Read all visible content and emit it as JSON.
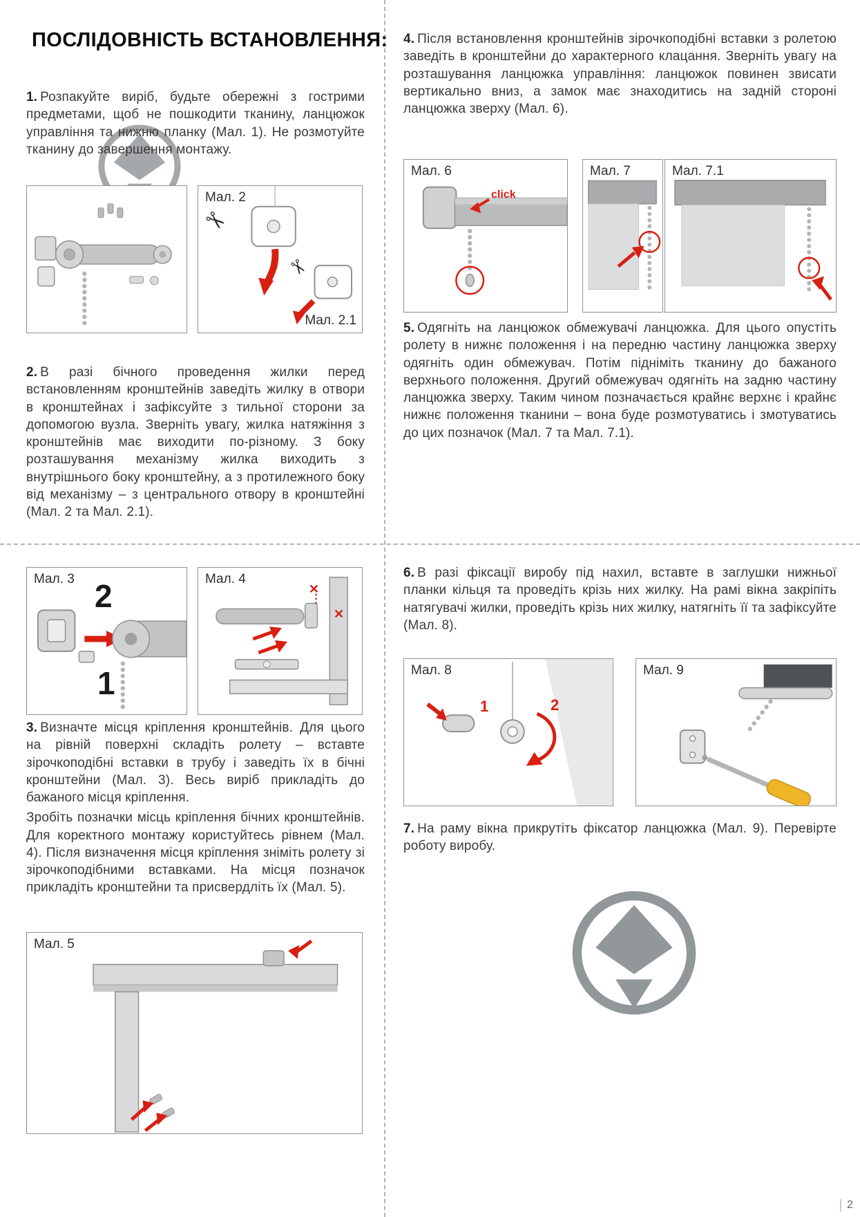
{
  "page": {
    "number": "2"
  },
  "title": "ПОСЛІДОВНІСТЬ ВСТАНОВЛЕННЯ:",
  "steps": {
    "s1": {
      "num": "1.",
      "text": "Розпакуйте виріб, будьте обережні з гострими предметами, щоб не пошкодити тканину, ланцюжок управління та нижню планку (Мал. 1). Не розмотуйте тканину до завершення монтажу."
    },
    "s2": {
      "num": "2.",
      "text": "В разі бічного проведення жилки перед встановленням кронштейнів заведіть жилку в отвори в кронштейнах і зафіксуйте з тильної сторони за допомогою вузла. Зверніть увагу, жилка натяжіння з кронштейнів має виходити по-різному. З боку розташування механізму жилка виходить з внутрішнього боку кронштейну, а з протилежного боку від механізму – з центрального отвору в кронштейні (Мал. 2 та Мал. 2.1)."
    },
    "s3": {
      "num": "3.",
      "text": "Визначте місця кріплення кронштейнів. Для цього на рівній поверхні складіть ролету – вставте зірочкоподібні вставки в трубу і заведіть їх в бічні кронштейни (Мал. 3). Весь виріб прикладіть до бажаного місця кріплення.",
      "text2": "Зробіть позначки місць кріплення бічних кронштейнів. Для коректного монтажу користуйтесь рівнем (Мал. 4). Після визначення місця кріплення зніміть ролету зі зірочкоподібними вставками. На місця позначок прикладіть кронштейни та присвердліть їх (Мал. 5)."
    },
    "s4": {
      "num": "4.",
      "text": "Після встановлення кронштейнів зірочкоподібні вставки з ролетою заведіть в кронштейни до характерного клацання. Зверніть увагу на розташування ланцюжка управління: ланцюжок повинен звисати вертикально вниз, а замок має знаходитись на задній стороні ланцюжка зверху (Мал. 6)."
    },
    "s5": {
      "num": "5.",
      "text": "Одягніть на ланцюжок обмежувачі ланцюжка. Для цього опустіть ролету в нижнє положення і на передню частину ланцюжка зверху одягніть один обмежувач. Потім підніміть тканину до бажаного верхнього положення. Другий обмежувач одягніть на задню частину ланцюжка зверху. Таким чином позначається крайнє верхнє і крайнє нижнє положення тканини – вона буде розмотуватись і змотуватись до цих позначок (Мал. 7 та Мал. 7.1)."
    },
    "s6": {
      "num": "6.",
      "text": "В разі фіксації виробу під нахил, вставте в заглушки нижньої планки кільця та проведіть крізь них жилку. На рамі вікна закріпіть натягувачі жилки, проведіть крізь них жилку, натягніть її та зафіксуйте (Мал. 8)."
    },
    "s7": {
      "num": "7.",
      "text": "На раму вікна прикрутіть фіксатор ланцюжка (Мал. 9). Перевірте роботу виробу."
    }
  },
  "figures": {
    "f2": {
      "label": "Мал. 2",
      "sublabel": "Мал. 2.1",
      "scissors": "✂"
    },
    "f3": {
      "label": "Мал. 3",
      "n1": "1",
      "n2": "2"
    },
    "f4": {
      "label": "Мал. 4",
      "cross": "✕"
    },
    "f5": {
      "label": "Мал. 5"
    },
    "f6": {
      "label": "Мал. 6",
      "click": "click"
    },
    "f7": {
      "label": "Мал. 7"
    },
    "f71": {
      "label": "Мал. 7.1"
    },
    "f8": {
      "label": "Мал. 8",
      "n1": "1",
      "n2": "2"
    },
    "f9": {
      "label": "Мал. 9"
    }
  },
  "colors": {
    "accent_red": "#d81f12",
    "watermark_gray": "#95999c",
    "border_gray": "#8f9193"
  }
}
